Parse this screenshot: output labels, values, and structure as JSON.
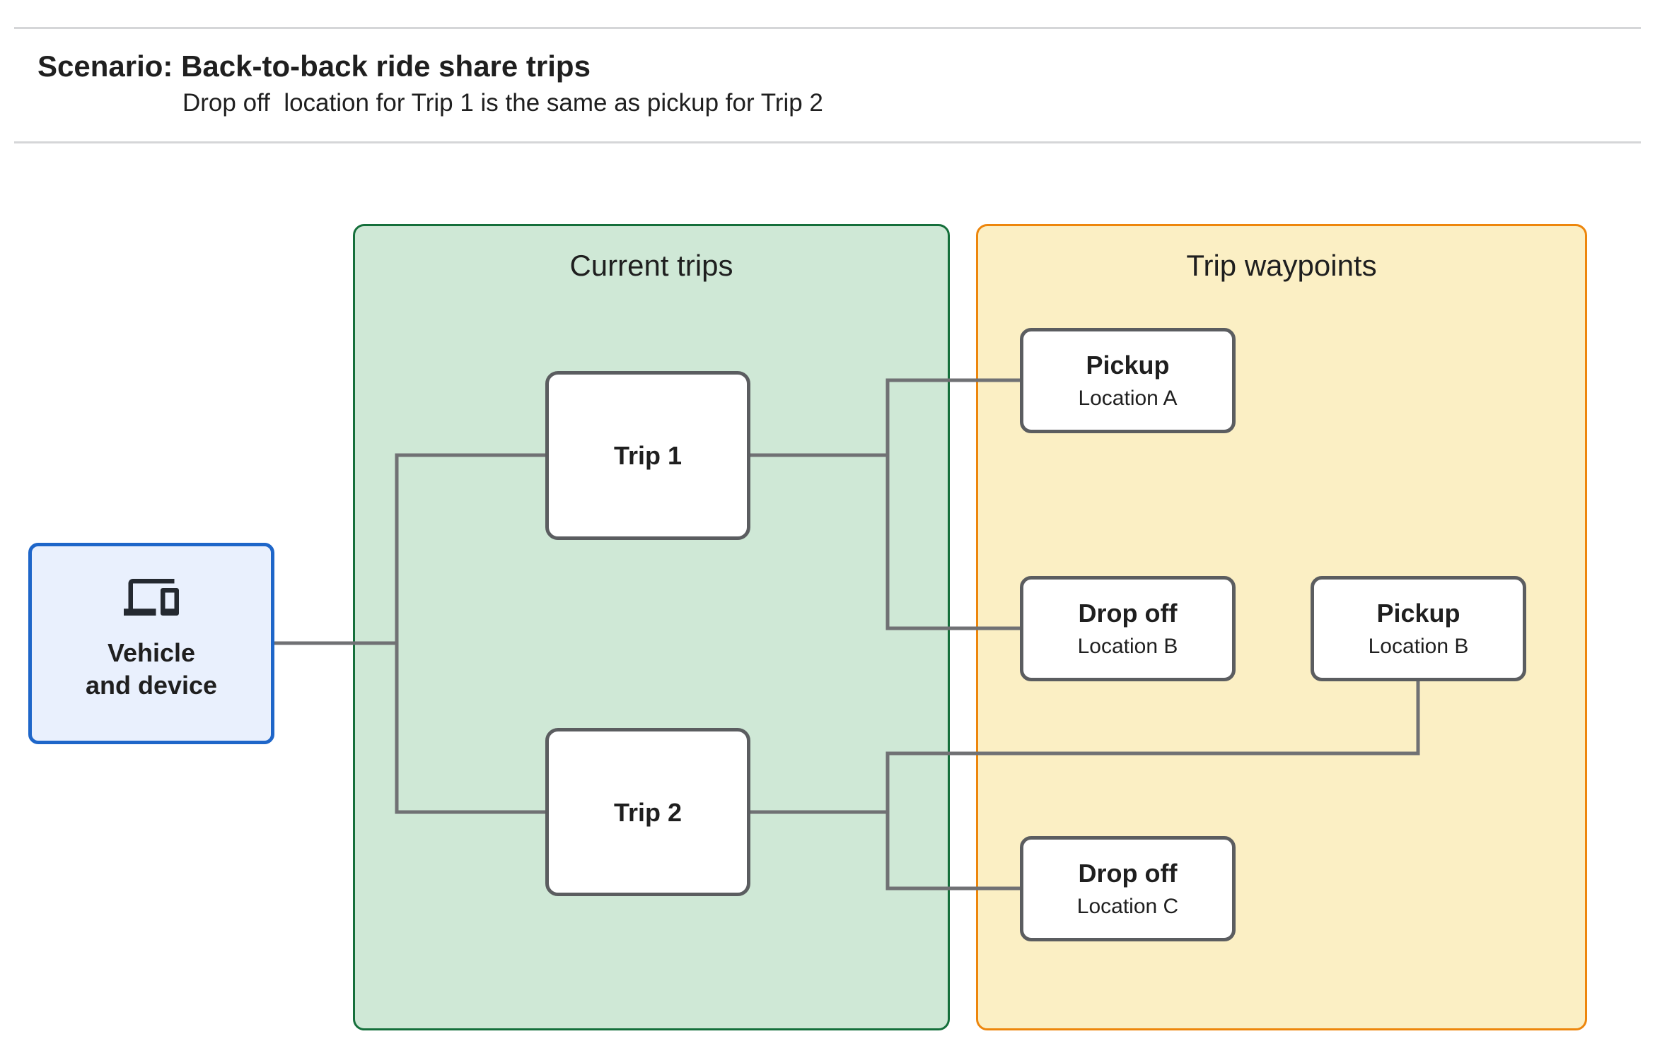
{
  "header": {
    "title": "Scenario: Back-to-back ride share trips",
    "subtitle": "Drop off  location for Trip 1 is the same as pickup for Trip 2"
  },
  "panels": {
    "current_trips": {
      "label": "Current trips"
    },
    "trip_waypoints": {
      "label": "Trip waypoints"
    }
  },
  "nodes": {
    "vehicle": {
      "line1": "Vehicle",
      "line2": "and device",
      "icon": "devices-icon"
    },
    "trip1": {
      "label": "Trip 1"
    },
    "trip2": {
      "label": "Trip 2"
    },
    "pickup_a": {
      "title": "Pickup",
      "subtitle": "Location A"
    },
    "dropoff_b": {
      "title": "Drop off",
      "subtitle": "Location B"
    },
    "pickup_b": {
      "title": "Pickup",
      "subtitle": "Location B"
    },
    "dropoff_c": {
      "title": "Drop off",
      "subtitle": "Location C"
    }
  },
  "edges": [
    {
      "from": "vehicle",
      "to": "trip-1"
    },
    {
      "from": "vehicle",
      "to": "trip-2"
    },
    {
      "from": "trip-1",
      "to": "pickup-location-a"
    },
    {
      "from": "trip-1",
      "to": "dropoff-location-b"
    },
    {
      "from": "trip-2",
      "to": "dropoff-location-c"
    },
    {
      "from": "pickup-location-b",
      "to": "trip-2"
    }
  ],
  "colors": {
    "page_bg": "#ffffff",
    "divider": "#d5d6d8",
    "text": "#1f1f1f",
    "connector": "#707174",
    "node_border": "#5b5d60",
    "node_fill": "#ffffff",
    "vehicle_fill": "#e9f0fd",
    "vehicle_border": "#1e66c9",
    "icon": "#242930",
    "green_fill": "#cfe8d6",
    "green_border": "#156f3b",
    "orange_fill": "#fbefc4",
    "orange_border": "#ed860c"
  }
}
